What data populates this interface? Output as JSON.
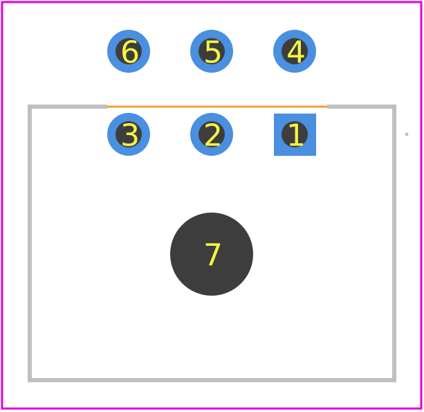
{
  "colors": {
    "background": "#ffffff",
    "courtyard": "#e000e0",
    "silkscreen": "#c0c0c0",
    "pad_copper": "#4a8fe0",
    "drill_hole": "#3d3d3d",
    "pad_label": "#f5f542",
    "fab_edge": "#f0a030",
    "marker": "#c0c0c0"
  },
  "pads": [
    {
      "number": "6",
      "shape": "circle"
    },
    {
      "number": "5",
      "shape": "circle"
    },
    {
      "number": "4",
      "shape": "circle"
    },
    {
      "number": "3",
      "shape": "circle"
    },
    {
      "number": "2",
      "shape": "circle"
    },
    {
      "number": "1",
      "shape": "square"
    },
    {
      "number": "7",
      "shape": "hole"
    }
  ]
}
